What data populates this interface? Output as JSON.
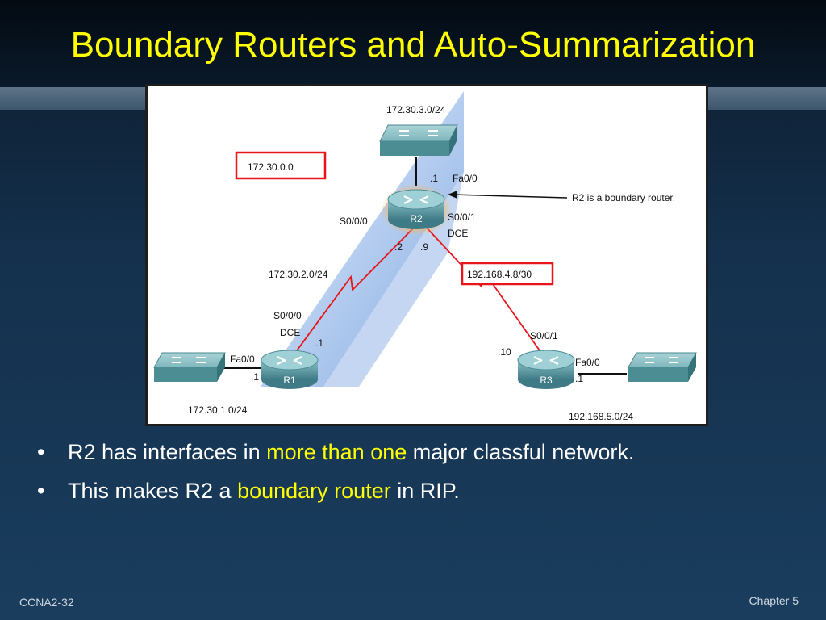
{
  "slide": {
    "title": "Boundary Routers and Auto-Summarization",
    "footer_left": "CCNA2-32",
    "footer_right": "Chapter 5"
  },
  "diagram": {
    "summary_box_label": "172.30.0.0",
    "boundary_note": "R2 is a boundary router.",
    "networks": {
      "r2_lan": "172.30.3.0/24",
      "r1_r2_link": "172.30.2.0/24",
      "r2_r3_link": "192.168.4.8/30",
      "r1_lan": "172.30.1.0/24",
      "r3_lan": "192.168.5.0/24"
    },
    "r2": {
      "name": "R2",
      "fa_addr": ".1",
      "fa_if": "Fa0/0",
      "s000_if": "S0/0/0",
      "s001_if": "S0/0/1",
      "dce": "DCE",
      "s000_addr": ".2",
      "s001_addr": ".9"
    },
    "r1": {
      "name": "R1",
      "serial_if": "S0/0/0",
      "dce": "DCE",
      "serial_addr": ".1",
      "fa_if": "Fa0/0",
      "fa_addr": ".1"
    },
    "r3": {
      "name": "R3",
      "serial_if": "S0/0/1",
      "serial_addr": ".10",
      "fa_if": "Fa0/0",
      "fa_addr": ".1"
    },
    "colors": {
      "highlight_box": "#e8151b",
      "serial_link": "#e8151b",
      "summary_region": "#8fb3e6",
      "device": "#5f9aa3"
    }
  },
  "bullets": [
    {
      "before": "R2 has interfaces in ",
      "highlight": "more than one",
      "after": " major classful network."
    },
    {
      "before": "This makes R2 a ",
      "highlight": "boundary router",
      "after": " in RIP."
    }
  ],
  "bullet_symbol": "•"
}
